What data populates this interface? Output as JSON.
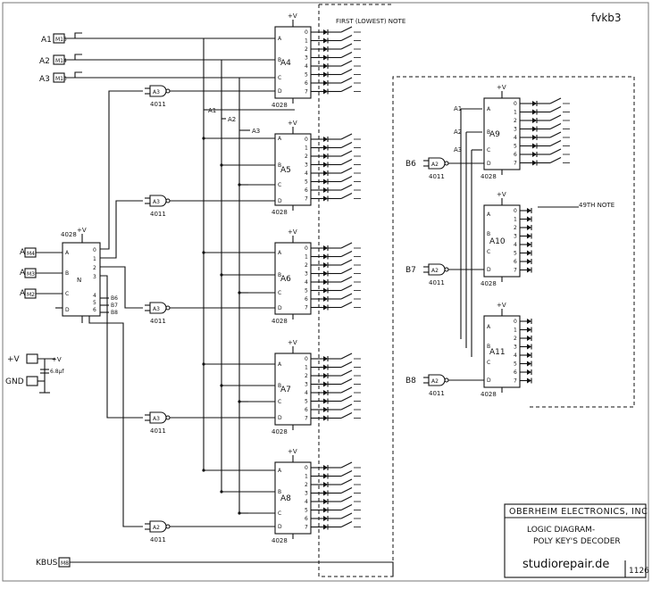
{
  "watermark_top": "fvkb3",
  "watermark_bottom": "studiorepair.de",
  "title_block": {
    "company": "OBERHEIM ELECTRONICS, INC",
    "line1": "LOGIC DIAGRAM-",
    "line2": "POLY KEY'S DECODER",
    "number": "1126"
  },
  "annotations": {
    "first_note": "FIRST (LOWEST) NOTE",
    "last_note": "49TH NOTE"
  },
  "inputs": [
    {
      "name": "A1",
      "conn": "M15"
    },
    {
      "name": "A2",
      "conn": "M14"
    },
    {
      "name": "A3",
      "conn": "M13"
    },
    {
      "name": "A4",
      "conn": "M4"
    },
    {
      "name": "A5",
      "conn": "M3"
    },
    {
      "name": "A6",
      "conn": "M2"
    },
    {
      "name": "KBUS",
      "conn": "M8"
    }
  ],
  "power": {
    "vplus": "+V",
    "gnd": "GND",
    "cap": "6.8µf",
    "vcc": "+V"
  },
  "decoder_chip": {
    "part": "4028",
    "ref": "N"
  },
  "decoders": [
    {
      "ref": "A4",
      "part": "4028"
    },
    {
      "ref": "A5",
      "part": "4028"
    },
    {
      "ref": "A6",
      "part": "4028"
    },
    {
      "ref": "A7",
      "part": "4028"
    },
    {
      "ref": "A8",
      "part": "4028"
    },
    {
      "ref": "A9",
      "part": "4028"
    },
    {
      "ref": "A10",
      "part": "4028"
    },
    {
      "ref": "A11",
      "part": "4028"
    }
  ],
  "gates": [
    {
      "ref": "A3",
      "part": "4011"
    },
    {
      "ref": "A3",
      "part": "4011"
    },
    {
      "ref": "A3",
      "part": "4011"
    },
    {
      "ref": "A3",
      "part": "4011"
    },
    {
      "ref": "A2",
      "part": "4011"
    },
    {
      "ref": "A2",
      "part": "4011"
    },
    {
      "ref": "A2",
      "part": "4011"
    },
    {
      "ref": "A2",
      "part": "4011"
    }
  ],
  "bus_labels": [
    "A1",
    "A2",
    "A3",
    "B6",
    "B7",
    "B8"
  ],
  "pin_inputs": [
    "A",
    "B",
    "C",
    "D"
  ],
  "outputs": [
    "0",
    "1",
    "2",
    "3",
    "4",
    "5",
    "6",
    "7"
  ]
}
